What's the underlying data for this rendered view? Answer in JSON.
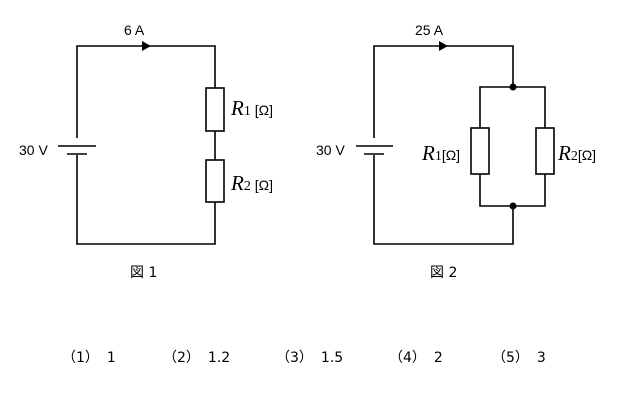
{
  "figure1": {
    "current_label": "6  A",
    "voltage_label": "30 V",
    "r1_symbol": "R",
    "r1_sub": "1",
    "r1_unit": " [Ω]",
    "r2_symbol": "R",
    "r2_sub": "2",
    "r2_unit": " [Ω]",
    "caption": "図 1"
  },
  "figure2": {
    "current_label": "25  A",
    "voltage_label": "30 V",
    "r1_symbol": "R",
    "r1_sub": "1",
    "r1_unit": "[Ω]",
    "r2_symbol": "R",
    "r2_sub": "2",
    "r2_unit": "[Ω]",
    "caption": "図 2"
  },
  "choices": [
    {
      "num": "（1）",
      "value": "1"
    },
    {
      "num": "（2）",
      "value": "1.2"
    },
    {
      "num": "（3）",
      "value": "1.5"
    },
    {
      "num": "（4）",
      "value": "2"
    },
    {
      "num": "（5）",
      "value": "3"
    }
  ]
}
